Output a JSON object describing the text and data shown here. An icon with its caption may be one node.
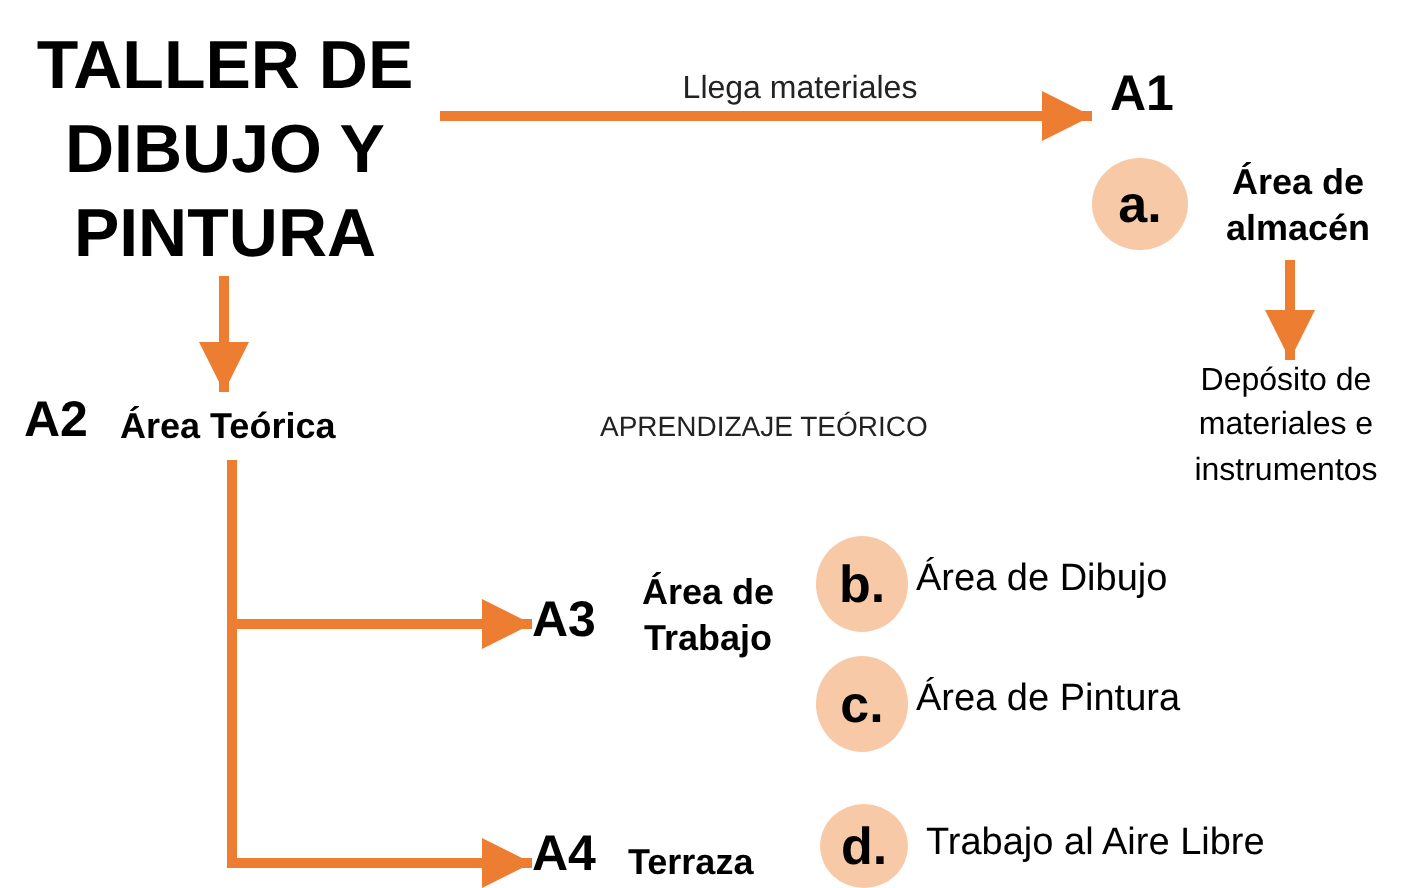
{
  "diagram": {
    "nodes": [
      {
        "text": [
          "TALLER DE DIBUJO Y PINTURA"
        ]
      },
      {
        "text": [
          "A1",
          "Área de almacén"
        ]
      },
      {
        "text": [
          "a."
        ],
        "in": 1
      },
      {
        "text": [
          "Depósito de materiales e instrumentos"
        ]
      },
      {
        "text": [
          "A2",
          "Área Teórica"
        ]
      },
      {
        "text": [
          "A3",
          "Área de Trabajo"
        ]
      },
      {
        "text": [
          "A4",
          "Terraza"
        ]
      },
      {
        "text": [
          "b."
        ],
        "beside": [
          "Área de Dibujo"
        ]
      },
      {
        "text": [
          "c."
        ],
        "beside": [
          "Área de Pintura"
        ]
      },
      {
        "text": [
          "d."
        ],
        "beside": [
          "Trabajo al Aire Libre"
        ]
      }
    ],
    "edges": [
      {
        "from": 0,
        "to": 1,
        "arrow": "to",
        "label": "Llega materiales"
      },
      {
        "from": 1,
        "to": 3,
        "arrow": "to"
      },
      {
        "from": 0,
        "to": 4,
        "arrow": "to"
      },
      {
        "from": 4,
        "to": 5,
        "arrow": "to"
      },
      {
        "from": 4,
        "to": 6,
        "arrow": "to"
      }
    ],
    "labels": [
      "APRENDIZAJE TEÓRICO"
    ]
  }
}
